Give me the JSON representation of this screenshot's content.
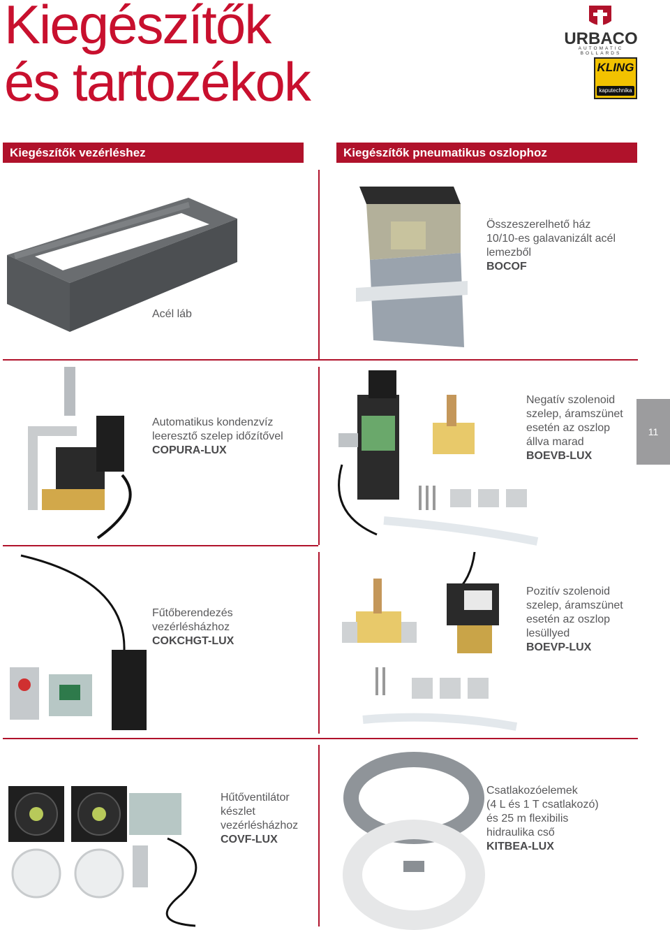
{
  "title": {
    "line1": "Kiegészítők",
    "line2": "és tartozékok"
  },
  "logos": {
    "urbaco": {
      "name": "URBACO",
      "tagline": "AUTOMATIC BOLLARDS",
      "icon": "urbaco-crest-icon"
    },
    "kling": {
      "name": "KLING",
      "tagline": "kaputechnika"
    }
  },
  "sections": {
    "left": "Kiegészítők vezérléshez",
    "right": "Kiegészítők pneumatikus oszlophoz"
  },
  "page_number": "11",
  "products": {
    "acel_lab": {
      "lines": [
        "Acél láb"
      ],
      "code": ""
    },
    "bocof": {
      "lines": [
        "Összeszerelhető ház",
        "10/10-es galavanizált acél",
        "lemezből"
      ],
      "code": "BOCOF"
    },
    "copura": {
      "lines": [
        "Automatikus kondenzvíz",
        "leeresztő szelep időzítővel"
      ],
      "code": "COPURA-LUX"
    },
    "boevb": {
      "lines": [
        "Negatív szolenoid",
        "szelep, áramszünet",
        "esetén az oszlop",
        "állva marad"
      ],
      "code": "BOEVB-LUX"
    },
    "cokchgt": {
      "lines": [
        "Fűtőberendezés",
        "vezérlésházhoz"
      ],
      "code": "COKCHGT-LUX"
    },
    "boevp": {
      "lines": [
        "Pozitív szolenoid",
        "szelep, áramszünet",
        "esetén az oszlop",
        "lesüllyed"
      ],
      "code": "BOEVP-LUX"
    },
    "covf": {
      "lines": [
        "Hűtőventilátor",
        "készlet",
        "vezérlésházhoz"
      ],
      "code": "COVF-LUX"
    },
    "kitbea": {
      "lines": [
        "Csatlakozóelemek",
        "(4 L és 1 T csatlakozó)",
        "és 25 m flexibilis",
        "hidraulika cső"
      ],
      "code": "KITBEA-LUX"
    }
  },
  "colors": {
    "accent": "#b0122b",
    "title_red": "#c8102e",
    "text": "#58585a",
    "tab_gray": "#9c9c9e"
  }
}
